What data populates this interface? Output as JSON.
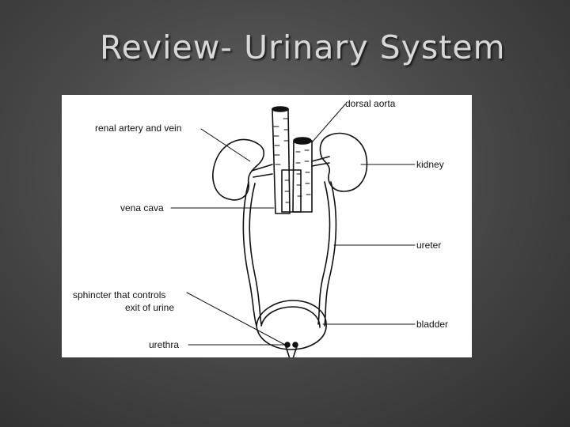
{
  "slide": {
    "title": "Review- Urinary System"
  },
  "diagram": {
    "labels": {
      "dorsal_aorta": "dorsal aorta",
      "renal_artery_vein": "renal artery and vein",
      "kidney": "kidney",
      "vena_cava": "vena cava",
      "ureter": "ureter",
      "sphincter_line1": "sphincter that controls",
      "sphincter_line2": "exit of urine",
      "bladder": "bladder",
      "urethra": "urethra"
    }
  }
}
